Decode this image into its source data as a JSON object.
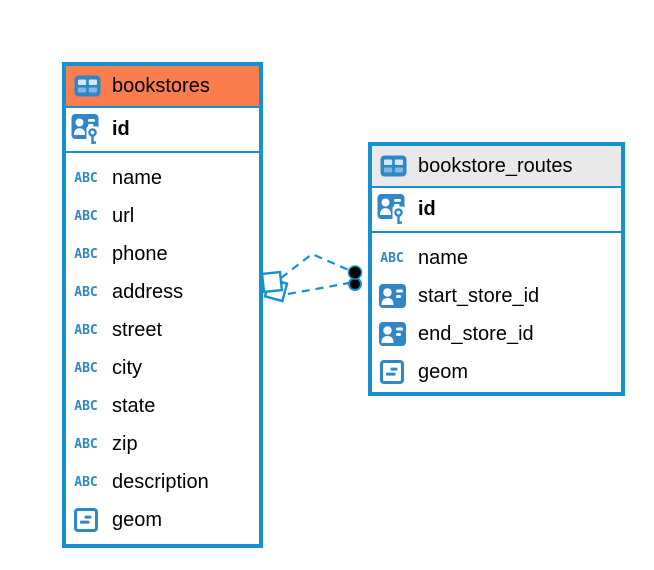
{
  "colors": {
    "table_border_blue": "#1590d0",
    "icon_blue": "#2f87c8",
    "header_orange": "#f97d4d",
    "header_gray": "#e9e9e9",
    "relation_line_blue": "#1590d0",
    "relation_endpoint_black": "#000000",
    "text": "#000000",
    "background": "#ffffff"
  },
  "icons": {
    "text_type_glyph": "ABC"
  },
  "tables": [
    {
      "name": "bookstores",
      "header_style": "orange",
      "primary_key": {
        "name": "id"
      },
      "columns": [
        {
          "name": "name",
          "type": "text"
        },
        {
          "name": "url",
          "type": "text"
        },
        {
          "name": "phone",
          "type": "text"
        },
        {
          "name": "address",
          "type": "text"
        },
        {
          "name": "street",
          "type": "text"
        },
        {
          "name": "city",
          "type": "text"
        },
        {
          "name": "state",
          "type": "text"
        },
        {
          "name": "zip",
          "type": "text"
        },
        {
          "name": "description",
          "type": "text"
        },
        {
          "name": "geom",
          "type": "geometry"
        }
      ]
    },
    {
      "name": "bookstore_routes",
      "header_style": "gray",
      "primary_key": {
        "name": "id"
      },
      "columns": [
        {
          "name": "name",
          "type": "text"
        },
        {
          "name": "start_store_id",
          "type": "reference"
        },
        {
          "name": "end_store_id",
          "type": "reference"
        },
        {
          "name": "geom",
          "type": "geometry"
        }
      ]
    }
  ],
  "relations": [
    {
      "from_table": "bookstore_routes",
      "to_table": "bookstores",
      "line_style": "dashed"
    },
    {
      "from_table": "bookstore_routes",
      "to_table": "bookstores",
      "line_style": "dashed"
    }
  ]
}
